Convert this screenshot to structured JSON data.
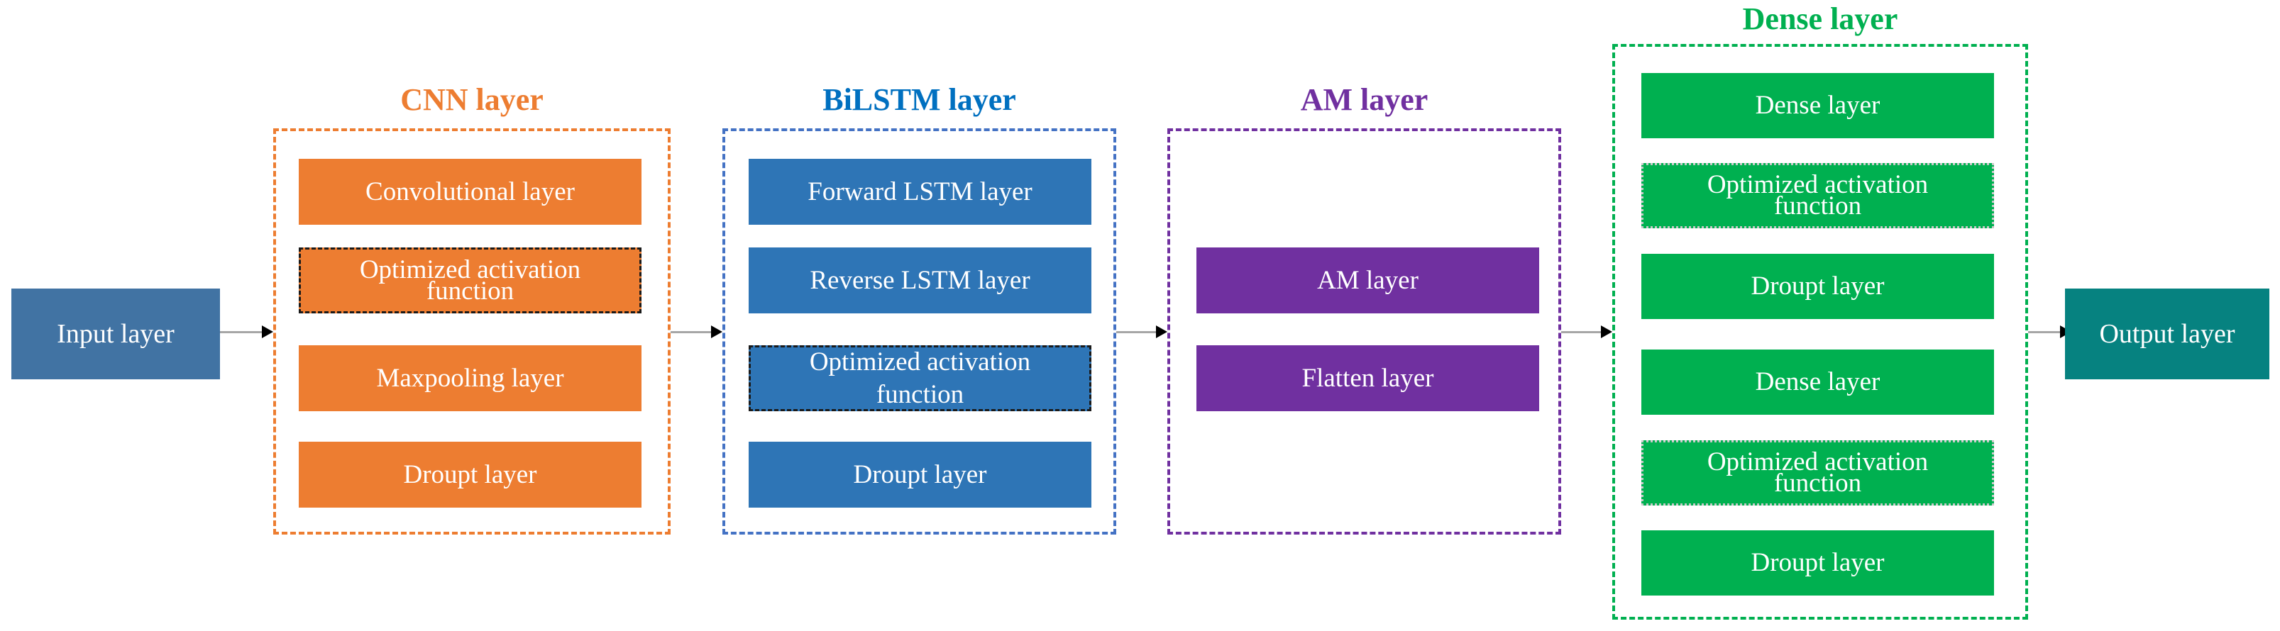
{
  "nodes": {
    "input": {
      "label": "Input layer",
      "fill": "#4173A3"
    },
    "output": {
      "label": "Output layer",
      "fill": "#068280"
    }
  },
  "groups": [
    {
      "key": "cnn",
      "title": "CNN layer",
      "title_color": "#ED7D31",
      "border_color": "#ED7D31",
      "box_fill": "#ED7D31",
      "boxes": [
        {
          "lines": [
            "Convolutional layer"
          ]
        },
        {
          "lines": [
            "Optimized activation",
            "function"
          ],
          "border_style": "black-dashed"
        },
        {
          "lines": [
            "Maxpooling layer"
          ]
        },
        {
          "lines": [
            "Droupt layer"
          ]
        }
      ]
    },
    {
      "key": "bilstm",
      "title": "BiLSTM layer",
      "title_color": "#0070C0",
      "border_color": "#4472C4",
      "box_fill": "#2E75B6",
      "boxes": [
        {
          "lines": [
            "Forward LSTM layer"
          ]
        },
        {
          "lines": [
            "Reverse LSTM layer"
          ]
        },
        {
          "lines": [
            "Optimized activation",
            "function"
          ],
          "border_style": "black-dashed"
        },
        {
          "lines": [
            "Droupt layer"
          ]
        }
      ]
    },
    {
      "key": "am",
      "title": "AM layer",
      "title_color": "#7030A0",
      "border_color": "#7030A0",
      "box_fill": "#7030A0",
      "boxes": [
        {
          "lines": [
            "AM layer"
          ]
        },
        {
          "lines": [
            "Flatten layer"
          ]
        }
      ]
    },
    {
      "key": "dense",
      "title": "Dense layer",
      "title_color": "#00B050",
      "border_color": "#00B050",
      "box_fill": "#00B050",
      "boxes": [
        {
          "lines": [
            "Dense layer"
          ]
        },
        {
          "lines": [
            "Optimized activation",
            "function"
          ],
          "border_style": "gray-dotted"
        },
        {
          "lines": [
            "Droupt layer"
          ]
        },
        {
          "lines": [
            "Dense layer"
          ]
        },
        {
          "lines": [
            "Optimized activation",
            "function"
          ],
          "border_style": "gray-dotted"
        },
        {
          "lines": [
            "Droupt layer"
          ]
        }
      ]
    }
  ],
  "arrow": {
    "line_color": "#A6A6A6",
    "head_color": "#000000"
  },
  "connections": [
    {
      "from": "input",
      "to": "cnn"
    },
    {
      "from": "cnn",
      "to": "bilstm"
    },
    {
      "from": "bilstm",
      "to": "am"
    },
    {
      "from": "am",
      "to": "dense"
    },
    {
      "from": "dense",
      "to": "output"
    }
  ]
}
